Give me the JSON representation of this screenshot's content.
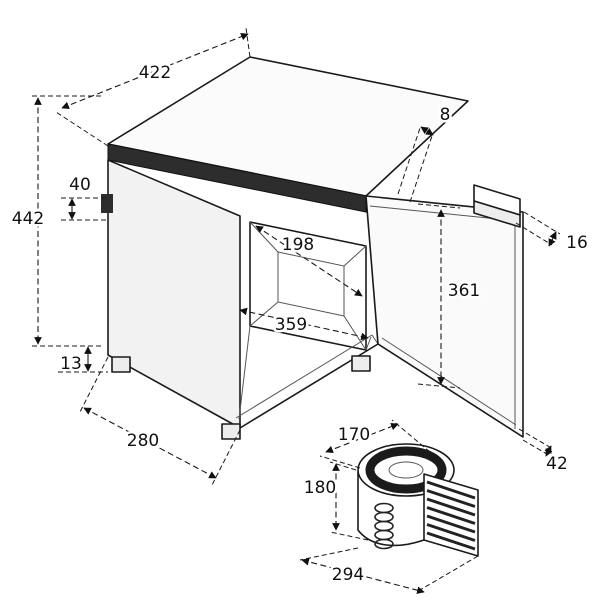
{
  "dimensions": {
    "cabinet_top_width": "422",
    "cabinet_height": "442",
    "cabinet_depth": "280",
    "mount_flange": "40",
    "foot_height": "13",
    "interior_depth": "198",
    "interior_width": "359",
    "door_height": "361",
    "door_top_clearance": "8",
    "door_edge_clearance": "16",
    "door_bottom_clearance": "42",
    "compressor_width": "170",
    "compressor_height": "180",
    "compressor_depth": "294"
  }
}
